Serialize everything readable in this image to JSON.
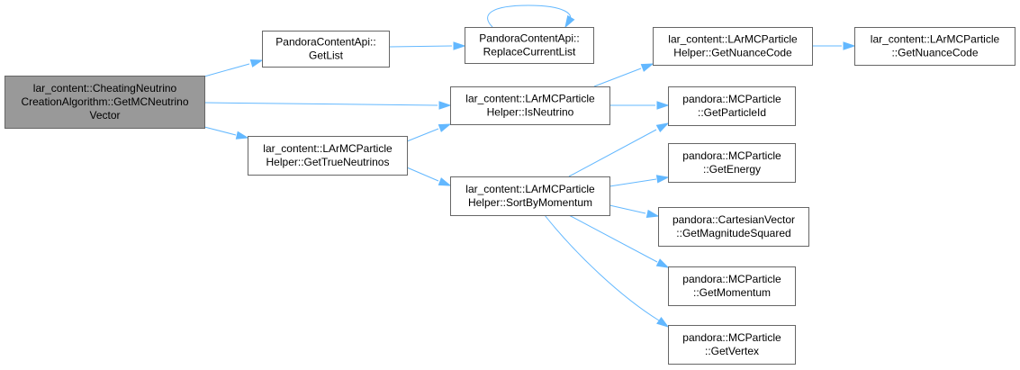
{
  "diagram": {
    "nodes": [
      {
        "id": "root",
        "lines": [
          "lar_content::CheatingNeutrino",
          "CreationAlgorithm::GetMCNeutrino",
          "Vector"
        ],
        "highlighted": true
      },
      {
        "id": "getlist",
        "lines": [
          "PandoraContentApi::",
          "GetList"
        ]
      },
      {
        "id": "replace",
        "lines": [
          "PandoraContentApi::",
          "ReplaceCurrentList"
        ]
      },
      {
        "id": "isneutrino",
        "lines": [
          "lar_content::LArMCParticle",
          "Helper::IsNeutrino"
        ]
      },
      {
        "id": "gettrue",
        "lines": [
          "lar_content::LArMCParticle",
          "Helper::GetTrueNeutrinos"
        ]
      },
      {
        "id": "sortby",
        "lines": [
          "lar_content::LArMCParticle",
          "Helper::SortByMomentum"
        ]
      },
      {
        "id": "nuancehelper",
        "lines": [
          "lar_content::LArMCParticle",
          "Helper::GetNuanceCode"
        ]
      },
      {
        "id": "nuancecode",
        "lines": [
          "lar_content::LArMCParticle",
          "::GetNuanceCode"
        ]
      },
      {
        "id": "particleid",
        "lines": [
          "pandora::MCParticle",
          "::GetParticleId"
        ]
      },
      {
        "id": "energy",
        "lines": [
          "pandora::MCParticle",
          "::GetEnergy"
        ]
      },
      {
        "id": "magsq",
        "lines": [
          "pandora::CartesianVector",
          "::GetMagnitudeSquared"
        ]
      },
      {
        "id": "momentum",
        "lines": [
          "pandora::MCParticle",
          "::GetMomentum"
        ]
      },
      {
        "id": "vertex",
        "lines": [
          "pandora::MCParticle",
          "::GetVertex"
        ]
      }
    ],
    "edges": [
      {
        "from": "root",
        "to": "getlist"
      },
      {
        "from": "root",
        "to": "isneutrino"
      },
      {
        "from": "root",
        "to": "gettrue"
      },
      {
        "from": "getlist",
        "to": "replace"
      },
      {
        "from": "replace",
        "to": "replace"
      },
      {
        "from": "isneutrino",
        "to": "nuancehelper"
      },
      {
        "from": "isneutrino",
        "to": "particleid"
      },
      {
        "from": "gettrue",
        "to": "isneutrino"
      },
      {
        "from": "gettrue",
        "to": "sortby"
      },
      {
        "from": "sortby",
        "to": "particleid"
      },
      {
        "from": "sortby",
        "to": "energy"
      },
      {
        "from": "sortby",
        "to": "magsq"
      },
      {
        "from": "sortby",
        "to": "momentum"
      },
      {
        "from": "sortby",
        "to": "vertex"
      },
      {
        "from": "nuancehelper",
        "to": "nuancecode"
      }
    ]
  }
}
